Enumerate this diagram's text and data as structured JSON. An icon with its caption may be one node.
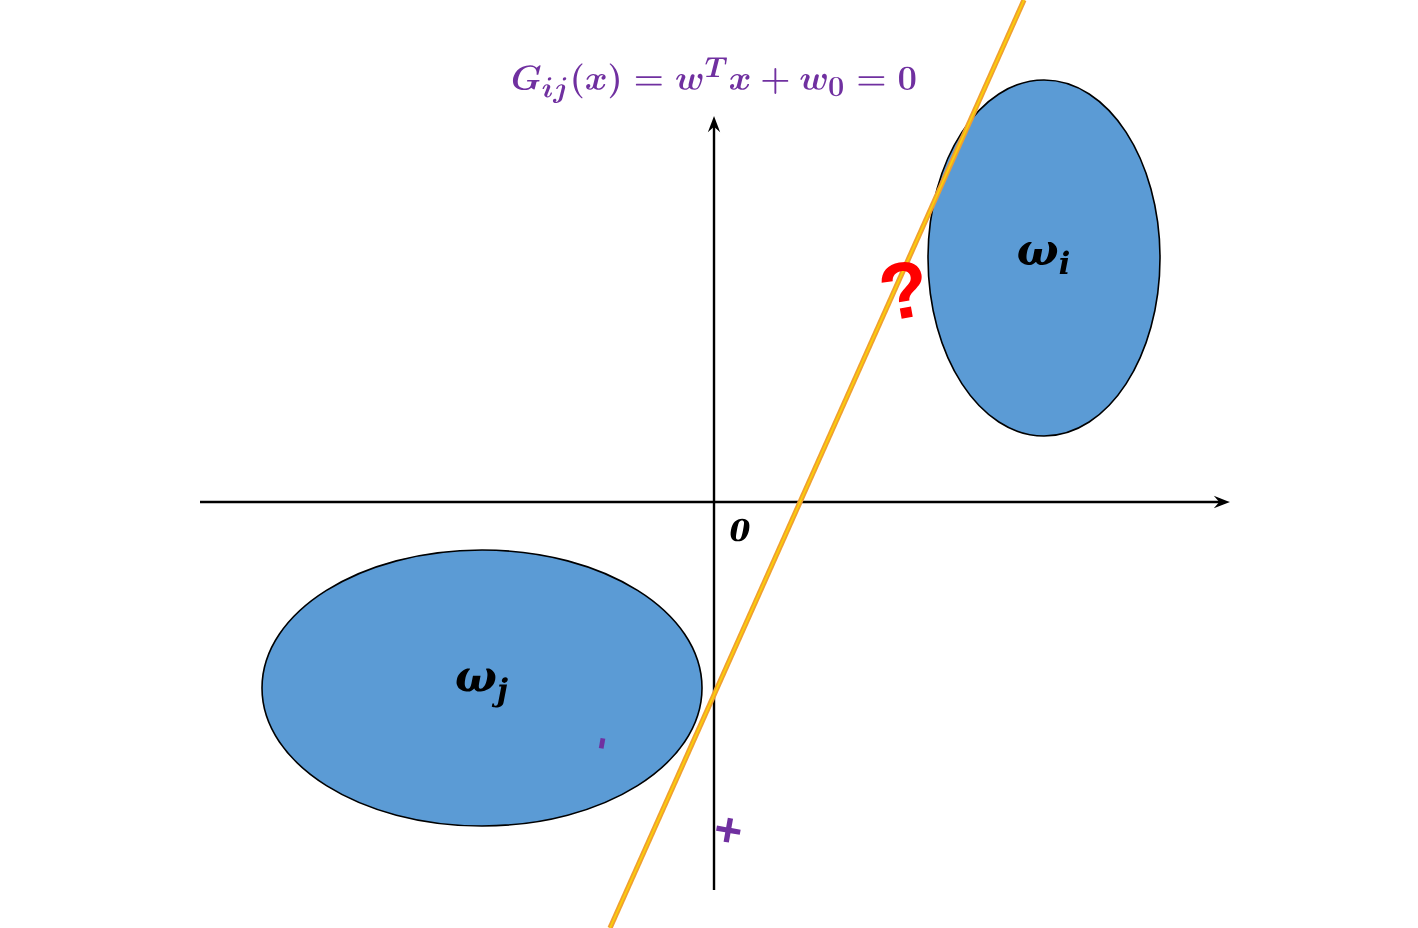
{
  "diagram": {
    "title": "G_{ij}(x) = w^{T}x + w_{0} =0",
    "nodes": [
      {
        "text": [
          "ω$_{i}$"
        ]
      },
      {
        "text": [
          "ω$_{j}$"
        ]
      }
    ],
    "labels": [
      "?",
      "0",
      "-",
      "+"
    ]
  }
}
